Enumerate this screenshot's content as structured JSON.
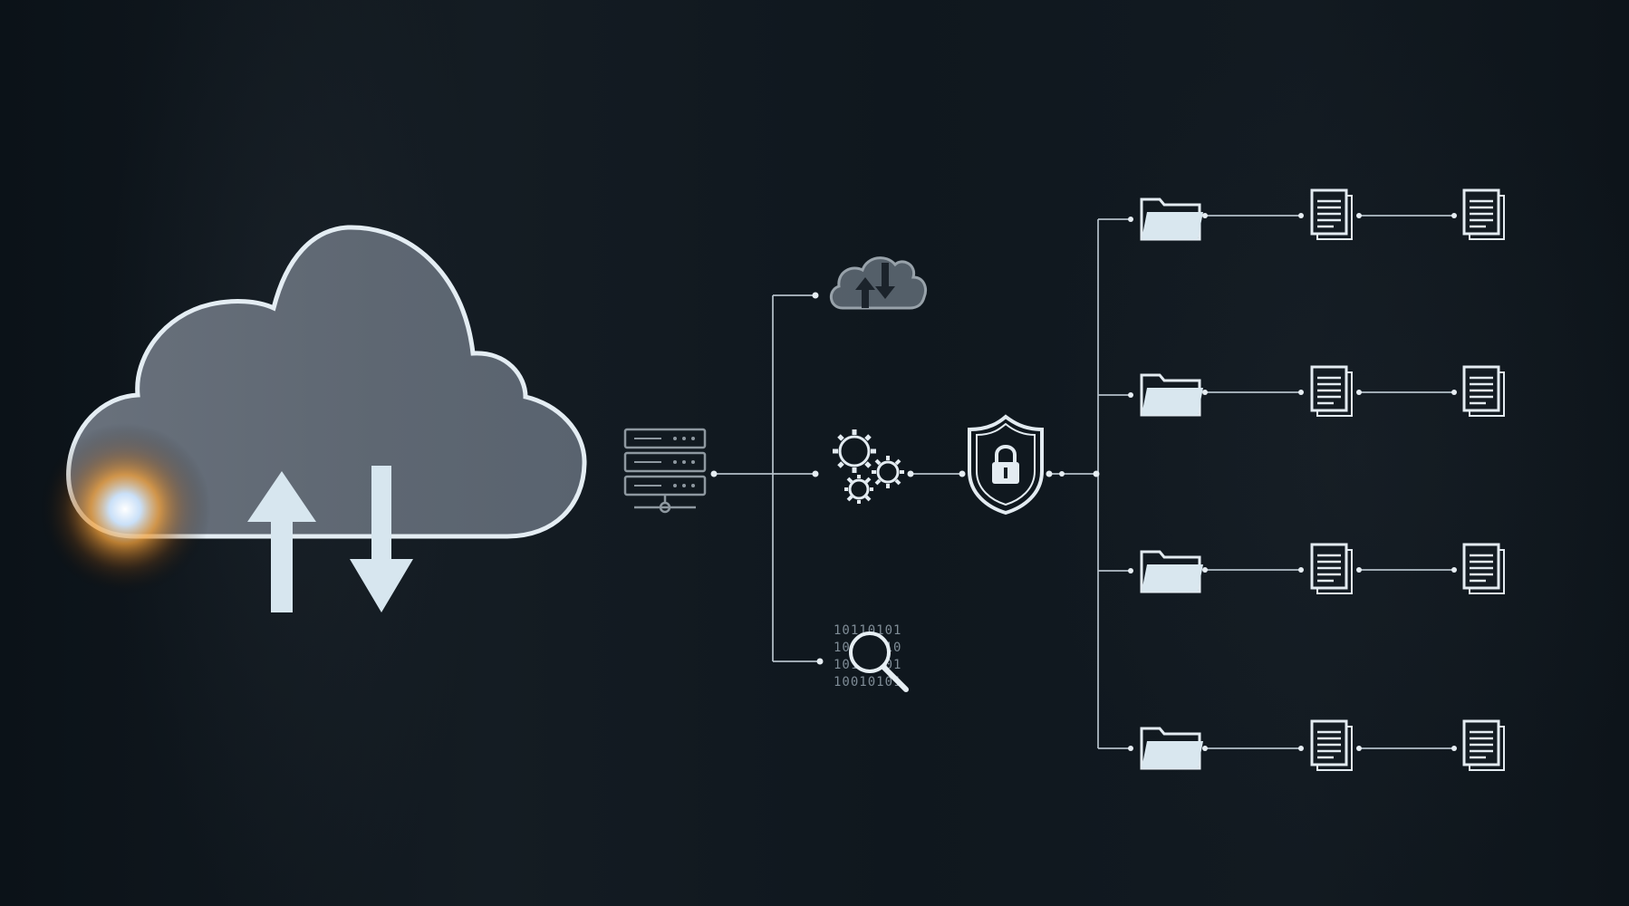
{
  "icons": {
    "main": "cloud-transfer-icon",
    "server": "server-rack-icon",
    "cloud_sync": "cloud-sync-icon",
    "gears": "gears-icon",
    "search": "magnifier-binary-icon",
    "shield": "shield-lock-icon",
    "folder": "folder-icon",
    "document": "document-icon"
  },
  "binary_lines": [
    "10110101",
    "10101010",
    "10101001",
    "10010101"
  ],
  "colors": {
    "background": "#0d151c",
    "cloud_fill": "#5c6673",
    "icon_light": "#e3ebf1",
    "glow": "#f3a13a"
  }
}
